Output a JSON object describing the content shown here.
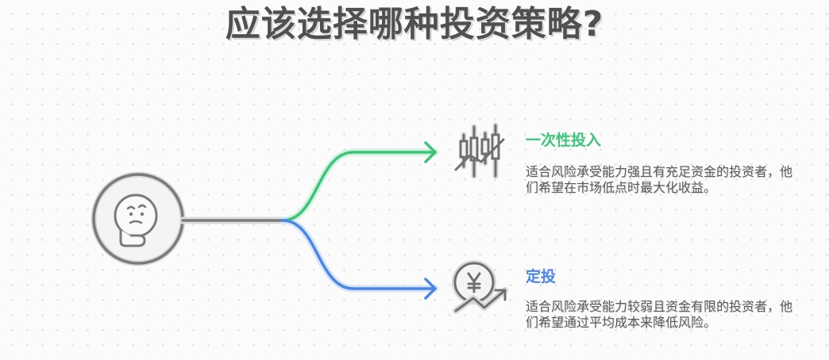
{
  "title": "应该选择哪种投资策略?",
  "colors": {
    "green": "#3dc47a",
    "blue": "#4a86e8",
    "gray": "#7a7a7a"
  },
  "options": [
    {
      "name": "一次性投入",
      "icon": "candlestick-chart-icon",
      "description": "适合风险承受能力强且有充足资金的投资者，他们希望在市场低点时最大化收益。"
    },
    {
      "name": "定投",
      "icon": "yen-growth-icon",
      "description": "适合风险承受能力较弱且资金有限的投资者，他们希望通过平均成本来降低风险。"
    }
  ]
}
